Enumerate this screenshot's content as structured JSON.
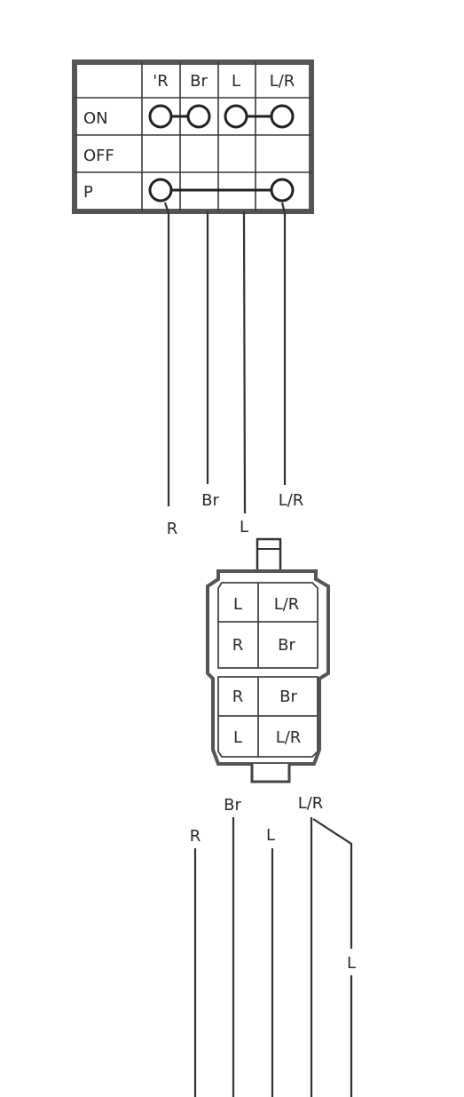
{
  "switch_table": {
    "columns": [
      "'R",
      "Br",
      "L",
      "L/R"
    ],
    "rows": [
      "ON",
      "OFF",
      "P"
    ]
  },
  "switch_leads": {
    "r": "R",
    "br": "Br",
    "l": "L",
    "lr": "L/R"
  },
  "connector": {
    "upper": [
      [
        "L",
        "L/R"
      ],
      [
        "R",
        "Br"
      ]
    ],
    "lower": [
      [
        "R",
        "Br"
      ],
      [
        "L",
        "L/R"
      ]
    ]
  },
  "harness_leads": {
    "br": "Br",
    "lr": "L/R",
    "r": "R",
    "l": "L",
    "branch_l": "L"
  }
}
